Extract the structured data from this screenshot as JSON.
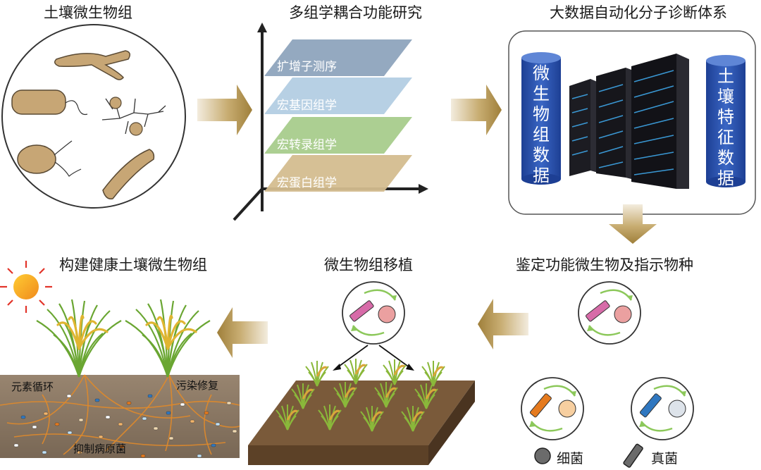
{
  "titles": {
    "soil_microbiome": "土壤微生物组",
    "multi_omics": "多组学耦合功能研究",
    "big_data": "大数据自动化分子诊断体系",
    "healthy_soil": "构建健康土壤微生物组",
    "transplant": "微生物组移植",
    "identify": "鉴定功能微生物及指示物种"
  },
  "omics_layers": [
    "扩增子测序",
    "宏基因组学",
    "宏转录组学",
    "宏蛋白组学"
  ],
  "columns": {
    "left": "微生物组数据",
    "right": "土壤特征数据"
  },
  "soil_labels": {
    "element_cycle": "元素循环",
    "pollution_repair": "污染修复",
    "suppress_pathogen": "抑制病原菌"
  },
  "legend": {
    "bacteria": "细菌",
    "fungi": "真菌"
  },
  "colors": {
    "arrow_gold": "#a88a45",
    "layer_amplicon": "#8ea4bd",
    "layer_metagenome": "#b3cde3",
    "layer_metatranscriptome": "#a8cc8c",
    "layer_metaproteome": "#d4bd8f",
    "column_blue": "#2a4ea8",
    "soil_brown": "#7a5a3a",
    "microbe_tan": "#c7a675",
    "pink_rod": "#d76ba8",
    "pink_circle": "#eba0a0",
    "orange_rod": "#e57a1e",
    "peach_circle": "#f7cfa0",
    "blue_rod": "#2f77c0",
    "grey_circle": "#dde3ea",
    "cycle_green": "#8cc85a"
  }
}
